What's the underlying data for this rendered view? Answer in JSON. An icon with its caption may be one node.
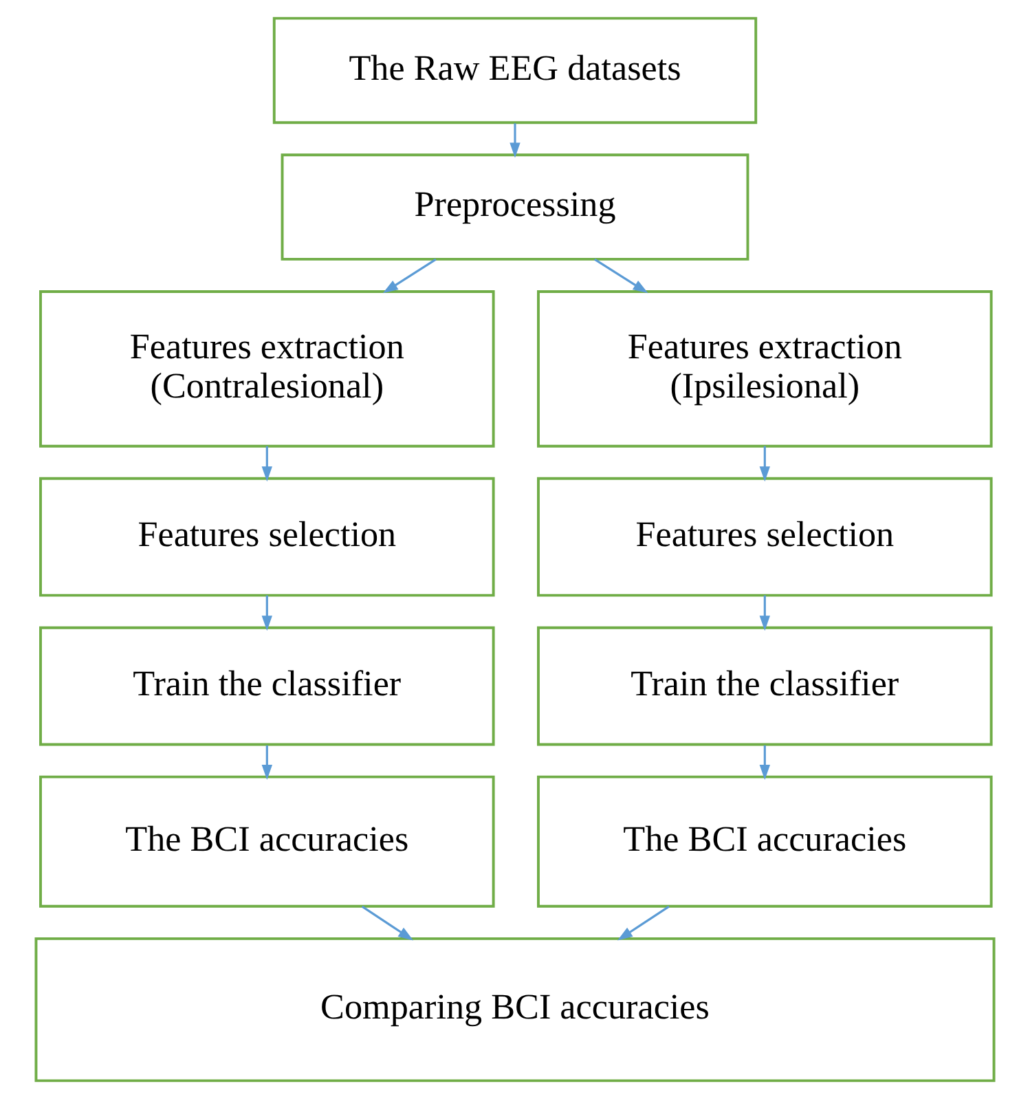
{
  "diagram": {
    "nodes": [
      {
        "text": [
          "The Raw EEG datasets"
        ]
      },
      {
        "text": [
          "Preprocessing"
        ]
      },
      {
        "text": [
          "Features extraction (Contralesional)"
        ]
      },
      {
        "text": [
          "Features extraction (Ipsilesional)"
        ]
      },
      {
        "text": [
          "Features selection"
        ]
      },
      {
        "text": [
          "Features selection"
        ]
      },
      {
        "text": [
          "Train the classifier"
        ]
      },
      {
        "text": [
          "Train the classifier"
        ]
      },
      {
        "text": [
          "The BCI accuracies"
        ]
      },
      {
        "text": [
          "The BCI accuracies"
        ]
      },
      {
        "text": [
          "Comparing BCI accuracies"
        ]
      }
    ],
    "edges": [
      {
        "from": 0,
        "to": 1,
        "arrow": "to"
      },
      {
        "from": 1,
        "to": 2,
        "arrow": "to"
      },
      {
        "from": 1,
        "to": 3,
        "arrow": "to"
      },
      {
        "from": 2,
        "to": 4,
        "arrow": "to"
      },
      {
        "from": 3,
        "to": 5,
        "arrow": "to"
      },
      {
        "from": 4,
        "to": 6,
        "arrow": "to"
      },
      {
        "from": 5,
        "to": 7,
        "arrow": "to"
      },
      {
        "from": 6,
        "to": 8,
        "arrow": "to"
      },
      {
        "from": 7,
        "to": 9,
        "arrow": "to"
      },
      {
        "from": 8,
        "to": 10,
        "arrow": "to"
      },
      {
        "from": 9,
        "to": 10,
        "arrow": "to"
      }
    ]
  }
}
